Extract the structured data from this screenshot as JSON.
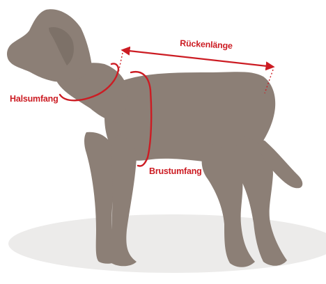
{
  "labels": {
    "back_length": "Rückenlänge",
    "neck_girth": "Halsumfang",
    "chest_girth": "Brustumfang"
  },
  "colors": {
    "background": "#ffffff",
    "dog": "#8c7f76",
    "ground_shadow": "#ecebea",
    "measure": "#cc1c23"
  },
  "icons": {
    "arrow_head": "arrowhead"
  }
}
